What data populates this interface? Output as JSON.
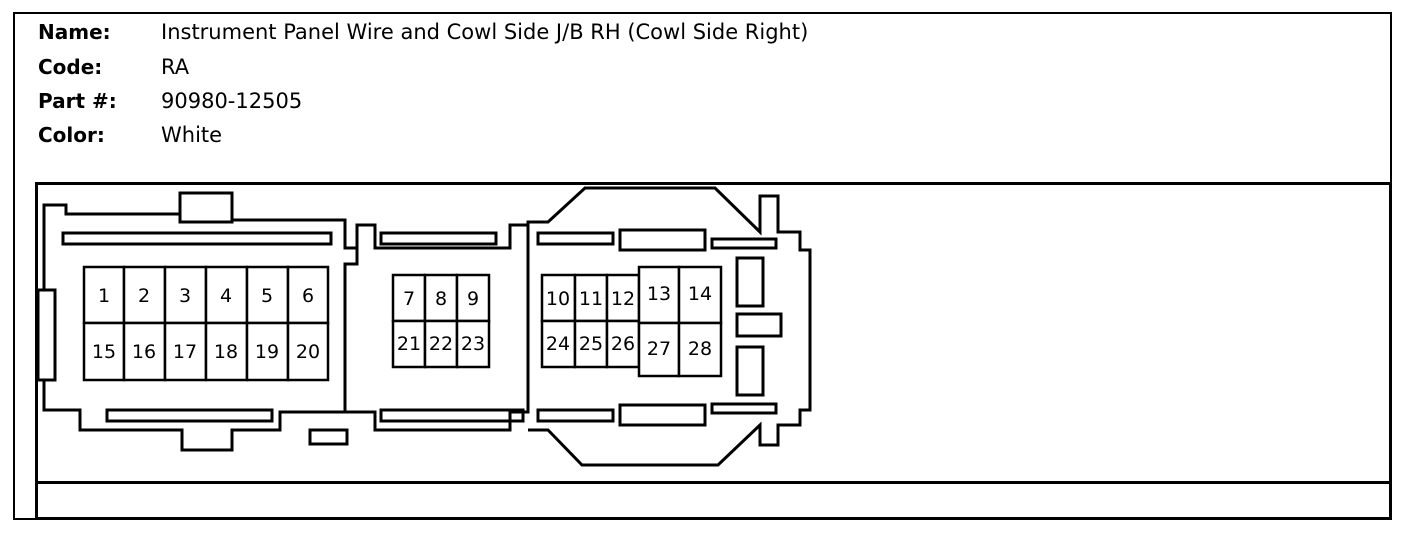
{
  "fields": [
    {
      "label": "Name:",
      "value": "Instrument Panel Wire and Cowl Side J/B RH (Cowl Side Right)"
    },
    {
      "label": "Code:",
      "value": "RA"
    },
    {
      "label": "Part #:",
      "value": "90980-12505"
    },
    {
      "label": "Color:",
      "value": "White"
    }
  ],
  "pins": [
    "1",
    "2",
    "3",
    "4",
    "5",
    "6",
    "7",
    "8",
    "9",
    "10",
    "11",
    "12",
    "13",
    "14",
    "15",
    "16",
    "17",
    "18",
    "19",
    "20",
    "21",
    "22",
    "23",
    "24",
    "25",
    "26",
    "27",
    "28"
  ]
}
